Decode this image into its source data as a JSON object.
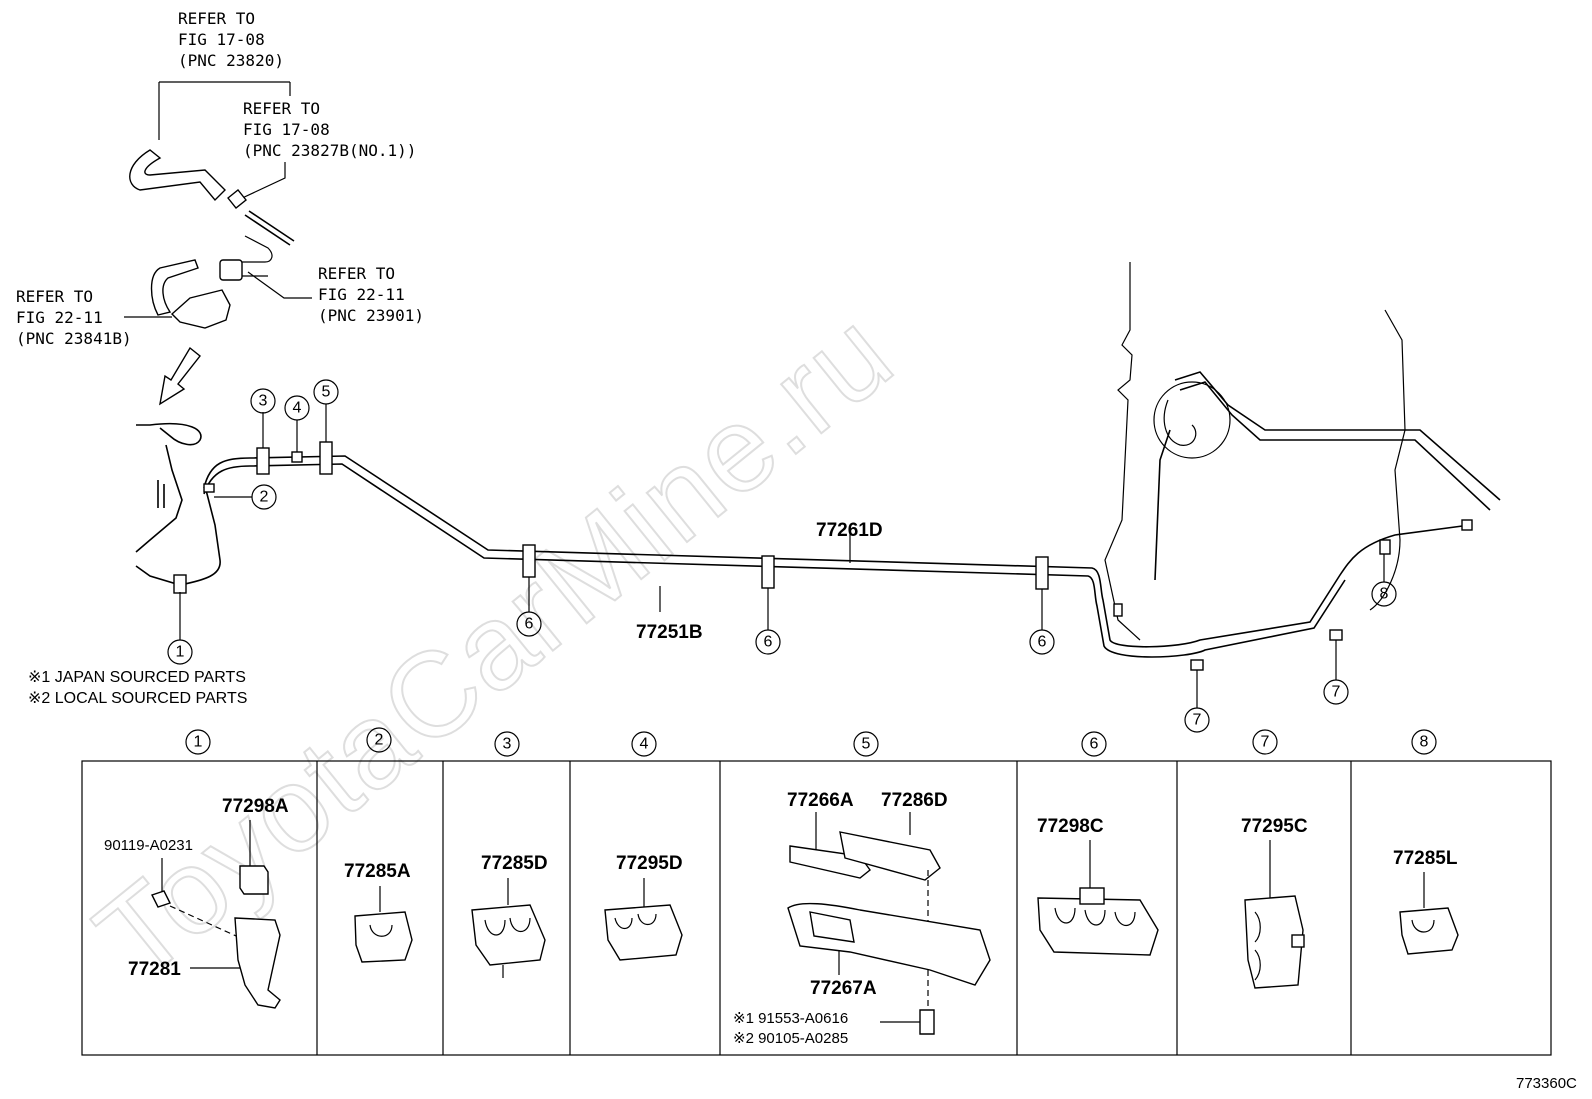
{
  "refs": [
    {
      "line1": "REFER TO",
      "line2": "FIG 17-08",
      "line3": "(PNC 23820)"
    },
    {
      "line1": "REFER TO",
      "line2": "FIG 17-08",
      "line3": "(PNC 23827B(NO.1))"
    },
    {
      "line1": "REFER TO",
      "line2": "FIG 22-11",
      "line3": "(PNC 23901)"
    },
    {
      "line1": "REFER TO",
      "line2": "FIG 22-11",
      "line3": "(PNC 23841B)"
    }
  ],
  "main_parts": {
    "upper_tube": "77261D",
    "lower_tube": "77251B"
  },
  "callouts": [
    "①",
    "②",
    "③",
    "④",
    "⑤",
    "⑥",
    "⑦",
    "⑧"
  ],
  "notes": [
    "※1 JAPAN SOURCED PARTS",
    "※2 LOCAL SOURCED PARTS"
  ],
  "table": {
    "headers": [
      "①",
      "②",
      "③",
      "④",
      "⑤",
      "⑥",
      "⑦",
      "⑧"
    ],
    "cell1": {
      "p1": "77298A",
      "p2": "90119-A0231",
      "p3": "77281"
    },
    "cell2": {
      "p1": "77285A"
    },
    "cell3": {
      "p1": "77285D"
    },
    "cell4": {
      "p1": "77295D"
    },
    "cell5": {
      "p1": "77266A",
      "p2": "77286D",
      "p3": "77267A",
      "p4": "※1 91553-A0616",
      "p5": "※2 90105-A0285"
    },
    "cell6": {
      "p1": "77298C"
    },
    "cell7": {
      "p1": "77295C"
    },
    "cell8": {
      "p1": "77285L"
    }
  },
  "watermark": "ToyotaCarMine.ru",
  "figure_code": "773360C"
}
